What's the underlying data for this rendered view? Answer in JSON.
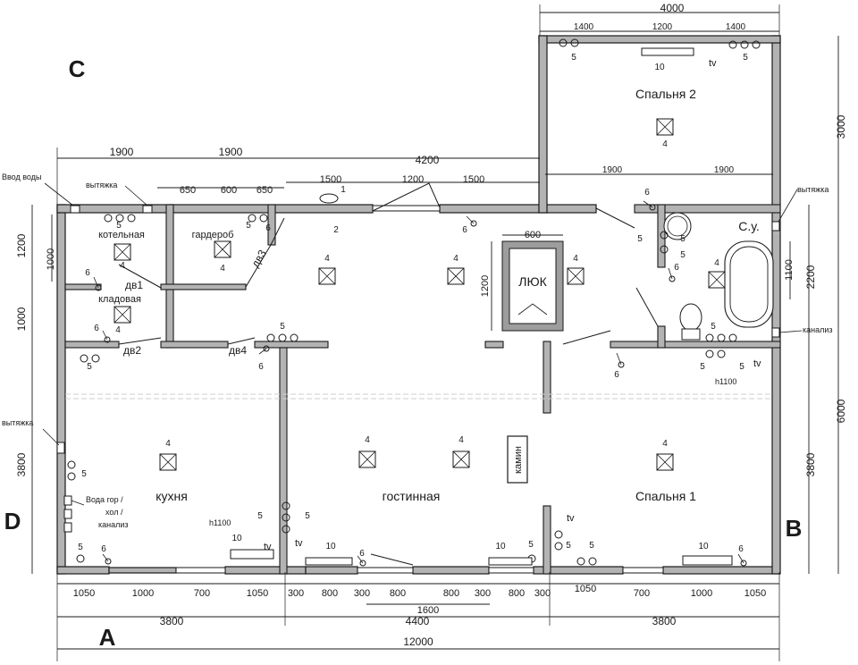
{
  "axes": {
    "a": "A",
    "b": "B",
    "c": "C",
    "d": "D"
  },
  "rooms": {
    "kotelnaya": "котельная",
    "garderob": "гардероб",
    "kladovaya": "кладовая",
    "kukhnya": "кухня",
    "gostinaya": "гостинная",
    "spalnya1": "Спальня 1",
    "spalnya2": "Спальня 2",
    "su": "С.у.",
    "lyuk": "ЛЮК",
    "kamin": "камин"
  },
  "labels": {
    "vvod_vody": "Ввод воды",
    "vytyazhka": "вытяжка",
    "kanaliz": "канализ",
    "voda1": "Вода гор /",
    "voda2": "хол /",
    "voda3": "канализ",
    "dv1": "дв1",
    "dv2": "дв2",
    "dv3": "дв3",
    "dv4": "дв4",
    "h1100": "h1100",
    "tv": "tv"
  },
  "marks": {
    "m2": "2",
    "m4": "4",
    "m5": "5",
    "m6": "6",
    "m10": "10",
    "m1": "1"
  },
  "dims": {
    "d12000": "12000",
    "d3800": "3800",
    "d4400": "4400",
    "d1050": "1050",
    "d1000": "1000",
    "d700": "700",
    "d300": "300",
    "d800": "800",
    "d1600": "1600",
    "d1900": "1900",
    "d4200": "4200",
    "d650": "650",
    "d600": "600",
    "d1500": "1500",
    "d1200": "1200",
    "d4000": "4000",
    "d1400": "1400",
    "d3000": "3000",
    "d2200": "2200",
    "d6000": "6000",
    "d1100": "1100"
  }
}
